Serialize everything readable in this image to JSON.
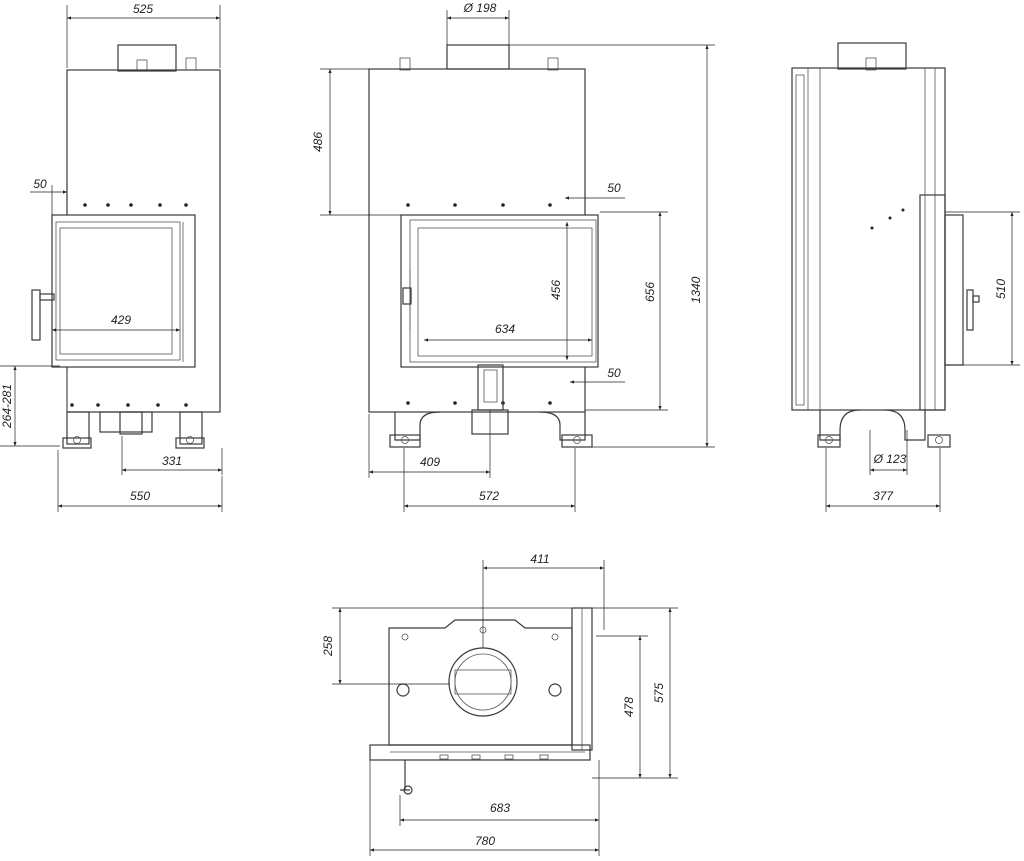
{
  "drawing": {
    "front_view": {
      "width_top": "525",
      "width_bottom": "550",
      "door_offset": "50",
      "glass_width": "429",
      "leg_range": "264-281",
      "leg_spacing": "331"
    },
    "middle_view": {
      "outlet_diameter": "Ø 198",
      "top_height": "486",
      "door_offset_top": "50",
      "glass_height": "456",
      "glass_width": "634",
      "door_height": "656",
      "total_height": "1340",
      "door_offset_bottom": "50",
      "center_offset": "409",
      "base_width": "572"
    },
    "side_view": {
      "side_height": "510",
      "inlet_diameter": "Ø 123",
      "depth": "377"
    },
    "top_view": {
      "width_top": "411",
      "depth_a": "258",
      "depth_b": "478",
      "depth_c": "575",
      "width_a": "683",
      "width_b": "780"
    }
  }
}
